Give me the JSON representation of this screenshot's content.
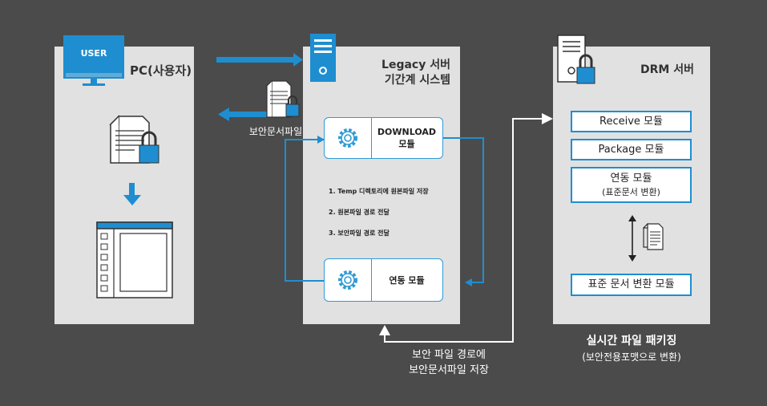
{
  "pc": {
    "title": "PC(사용자)",
    "user_label": "USER"
  },
  "legacy": {
    "title_line1": "Legacy 서버",
    "title_line2": "기간계 시스템",
    "download_module_line1": "DOWNLOAD",
    "download_module_line2": "모듈",
    "link_module": "연동 모듈",
    "steps": [
      "1. Temp 디렉토리에 원본파일 저장",
      "2. 원본파일 경로 전달",
      "3. 보안파일  경로 전달"
    ]
  },
  "drm": {
    "title": "DRM 서버",
    "receive_module": "Receive 모듈",
    "package_module": "Package 모듈",
    "link_module_line1": "연동 모듈",
    "link_module_line2": "(표준문서 변환)",
    "standard_module": "표준 문서 변환 모듈",
    "caption_line1": "실시간 파일 패키징",
    "caption_line2": "(보안전용포맷으로 변환)"
  },
  "flow": {
    "secure_doc_label": "보안문서파일",
    "bottom_caption_line1": "보안 파일 경로에",
    "bottom_caption_line2": "보안문서파일 저장"
  },
  "colors": {
    "background": "#4b4b4b",
    "panel": "#e1e1e1",
    "accent": "#1e8ed0"
  }
}
